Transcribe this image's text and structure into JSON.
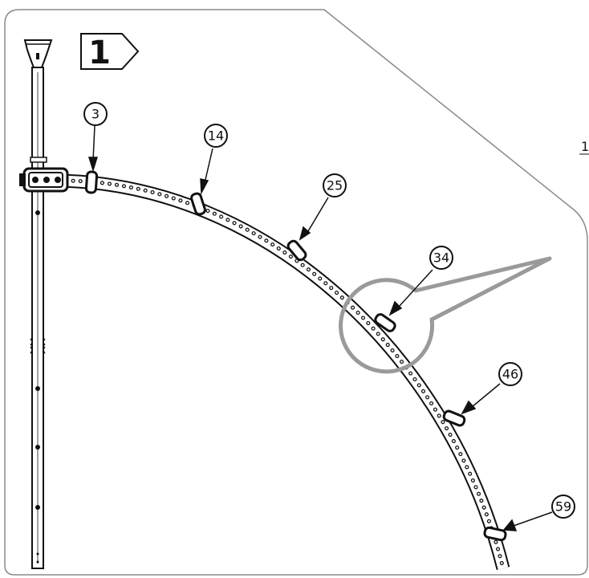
{
  "step": {
    "number": "1"
  },
  "callouts": [
    {
      "label": "3"
    },
    {
      "label": "14"
    },
    {
      "label": "25"
    },
    {
      "label": "34"
    },
    {
      "label": "46"
    },
    {
      "label": "59"
    }
  ],
  "edge_text": "1",
  "colors": {
    "line": "#111111",
    "frame": "#8a8a8a",
    "magnifier": "#9a9a9a",
    "fill": "#ffffff"
  }
}
